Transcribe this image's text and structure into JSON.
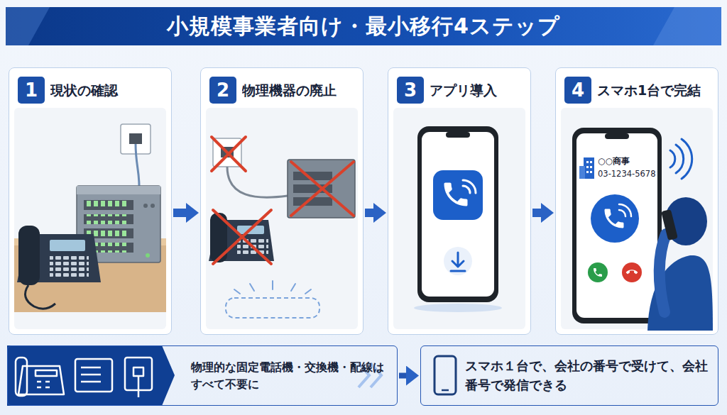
{
  "diagram": {
    "title": "小規模事業者向け・最小移行4ステップ",
    "nodes": [
      {
        "text": [
          "現状の確認"
        ]
      },
      {
        "text": [
          "1"
        ],
        "in": 0
      },
      {
        "text": [
          "物理機器の廃止"
        ]
      },
      {
        "text": [
          "2"
        ],
        "in": 2
      },
      {
        "text": [
          "アプリ導入"
        ]
      },
      {
        "text": [
          "3"
        ],
        "in": 4
      },
      {
        "text": [
          "スマホ1台で完結"
        ]
      },
      {
        "text": [
          "4"
        ],
        "in": 6
      },
      {
        "text": [
          "物理的な固定電話機・交換機・配線はすべて不要に"
        ]
      },
      {
        "text": [
          "スマホ１台で、会社の番号で受けて、会社番号で発信できる"
        ]
      }
    ],
    "edges": [
      {
        "from": 0,
        "to": 2,
        "arrow": "to"
      },
      {
        "from": 2,
        "to": 4,
        "arrow": "to"
      },
      {
        "from": 4,
        "to": 6,
        "arrow": "to"
      },
      {
        "from": 8,
        "to": 9,
        "arrow": "to"
      }
    ],
    "labels": [
      "○○商事",
      "03-1234-5678"
    ]
  }
}
